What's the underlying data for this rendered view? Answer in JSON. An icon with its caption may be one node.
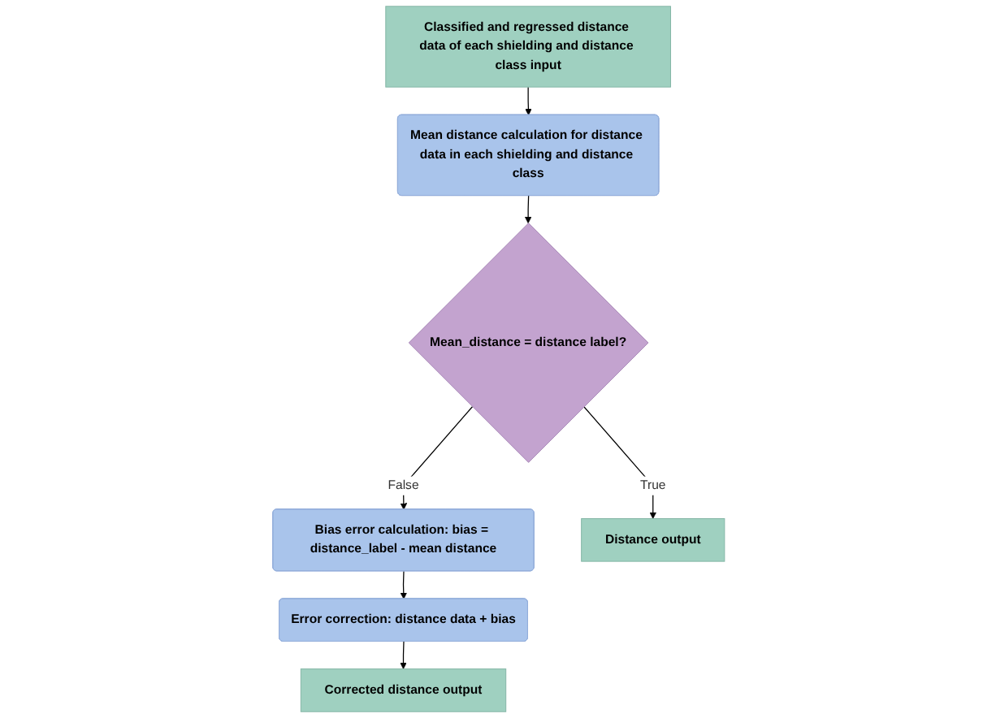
{
  "diagram": {
    "nodes": [
      {
        "text": [
          "Classified and regressed distance data of each shielding and distance class input"
        ]
      },
      {
        "text": [
          "Mean distance calculation for distance data in each shielding and distance class"
        ]
      },
      {
        "text": [
          "Mean_distance = distance label?"
        ]
      },
      {
        "text": [
          "Bias error calculation: bias = distance_label - mean distance"
        ]
      },
      {
        "text": [
          "Error correction: distance data + bias"
        ]
      },
      {
        "text": [
          "Corrected distance output"
        ]
      },
      {
        "text": [
          "Distance output"
        ]
      }
    ],
    "edges": [
      {
        "from": 0,
        "to": 1,
        "arrow": "to"
      },
      {
        "from": 1,
        "to": 2,
        "arrow": "to"
      },
      {
        "from": 2,
        "to": 3,
        "arrow": "to",
        "label": "False"
      },
      {
        "from": 3,
        "to": 4,
        "arrow": "to"
      },
      {
        "from": 4,
        "to": 5,
        "arrow": "to"
      },
      {
        "from": 2,
        "to": 6,
        "arrow": "to",
        "label": "True"
      }
    ]
  }
}
